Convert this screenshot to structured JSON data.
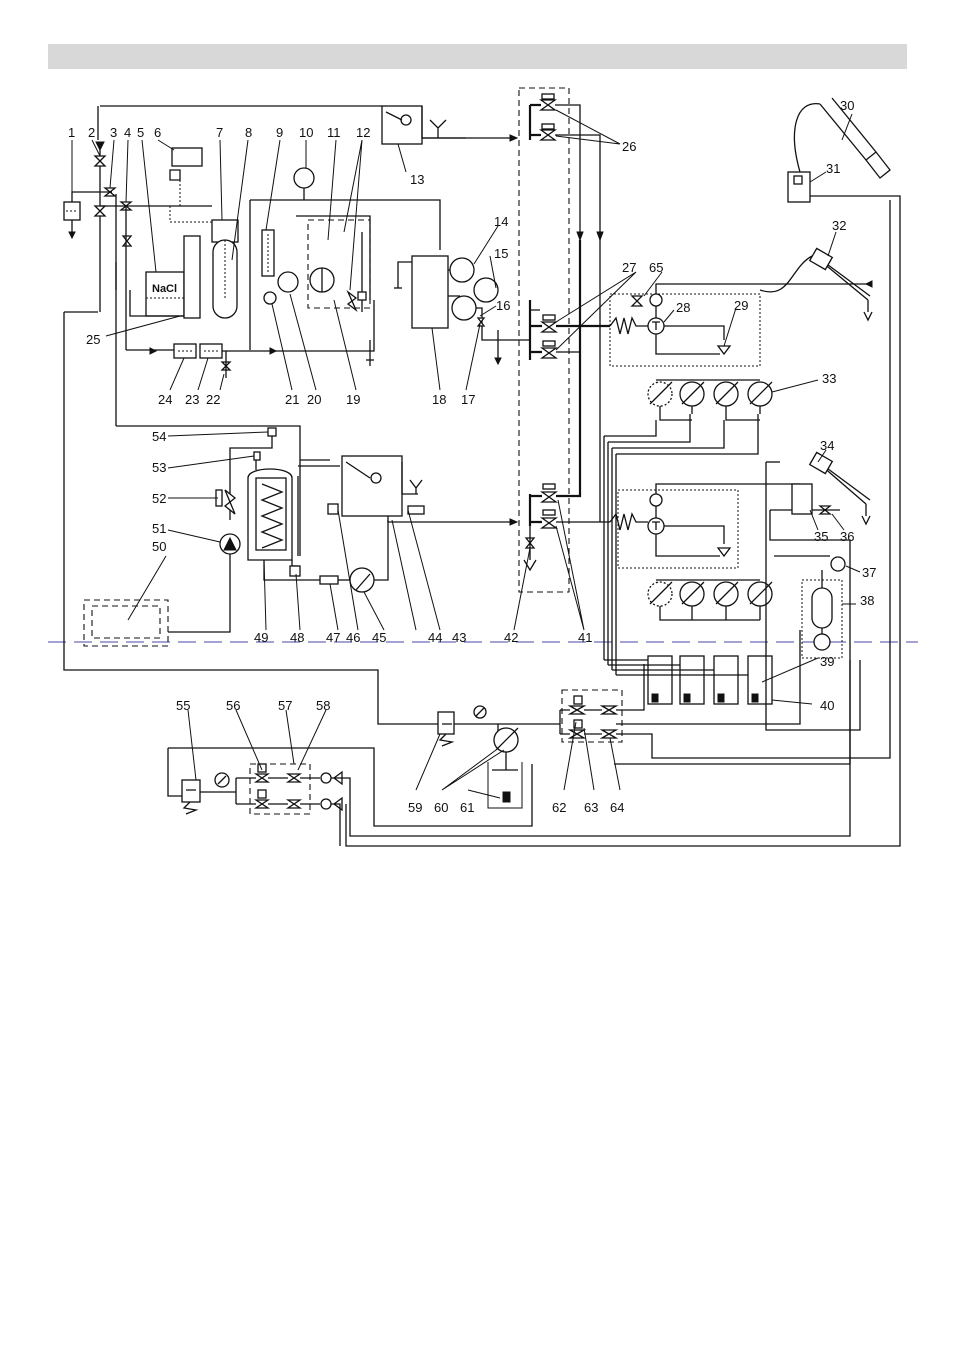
{
  "diagram": {
    "labels": [
      {
        "t": "1"
      },
      {
        "t": "2"
      },
      {
        "t": "3"
      },
      {
        "t": "4"
      },
      {
        "t": "5"
      },
      {
        "t": "6"
      },
      {
        "t": "7"
      },
      {
        "t": "8"
      },
      {
        "t": "9"
      },
      {
        "t": "10"
      },
      {
        "t": "11"
      },
      {
        "t": "12"
      },
      {
        "t": "13"
      },
      {
        "t": "14"
      },
      {
        "t": "15"
      },
      {
        "t": "16"
      },
      {
        "t": "17"
      },
      {
        "t": "18"
      },
      {
        "t": "19"
      },
      {
        "t": "20"
      },
      {
        "t": "21"
      },
      {
        "t": "22"
      },
      {
        "t": "23"
      },
      {
        "t": "24"
      },
      {
        "t": "25"
      },
      {
        "t": "26"
      },
      {
        "t": "27"
      },
      {
        "t": "65"
      },
      {
        "t": "28"
      },
      {
        "t": "29"
      },
      {
        "t": "30"
      },
      {
        "t": "31"
      },
      {
        "t": "32"
      },
      {
        "t": "33"
      },
      {
        "t": "34"
      },
      {
        "t": "35"
      },
      {
        "t": "36"
      },
      {
        "t": "37"
      },
      {
        "t": "38"
      },
      {
        "t": "39"
      },
      {
        "t": "40"
      },
      {
        "t": "41"
      },
      {
        "t": "42"
      },
      {
        "t": "43"
      },
      {
        "t": "44"
      },
      {
        "t": "45"
      },
      {
        "t": "46"
      },
      {
        "t": "47"
      },
      {
        "t": "48"
      },
      {
        "t": "49"
      },
      {
        "t": "50"
      },
      {
        "t": "51"
      },
      {
        "t": "52"
      },
      {
        "t": "53"
      },
      {
        "t": "54"
      },
      {
        "t": "55"
      },
      {
        "t": "56"
      },
      {
        "t": "57"
      },
      {
        "t": "58"
      },
      {
        "t": "59"
      },
      {
        "t": "60"
      },
      {
        "t": "61"
      },
      {
        "t": "62"
      },
      {
        "t": "63"
      },
      {
        "t": "64"
      }
    ],
    "nacl_label": "NaCl"
  }
}
